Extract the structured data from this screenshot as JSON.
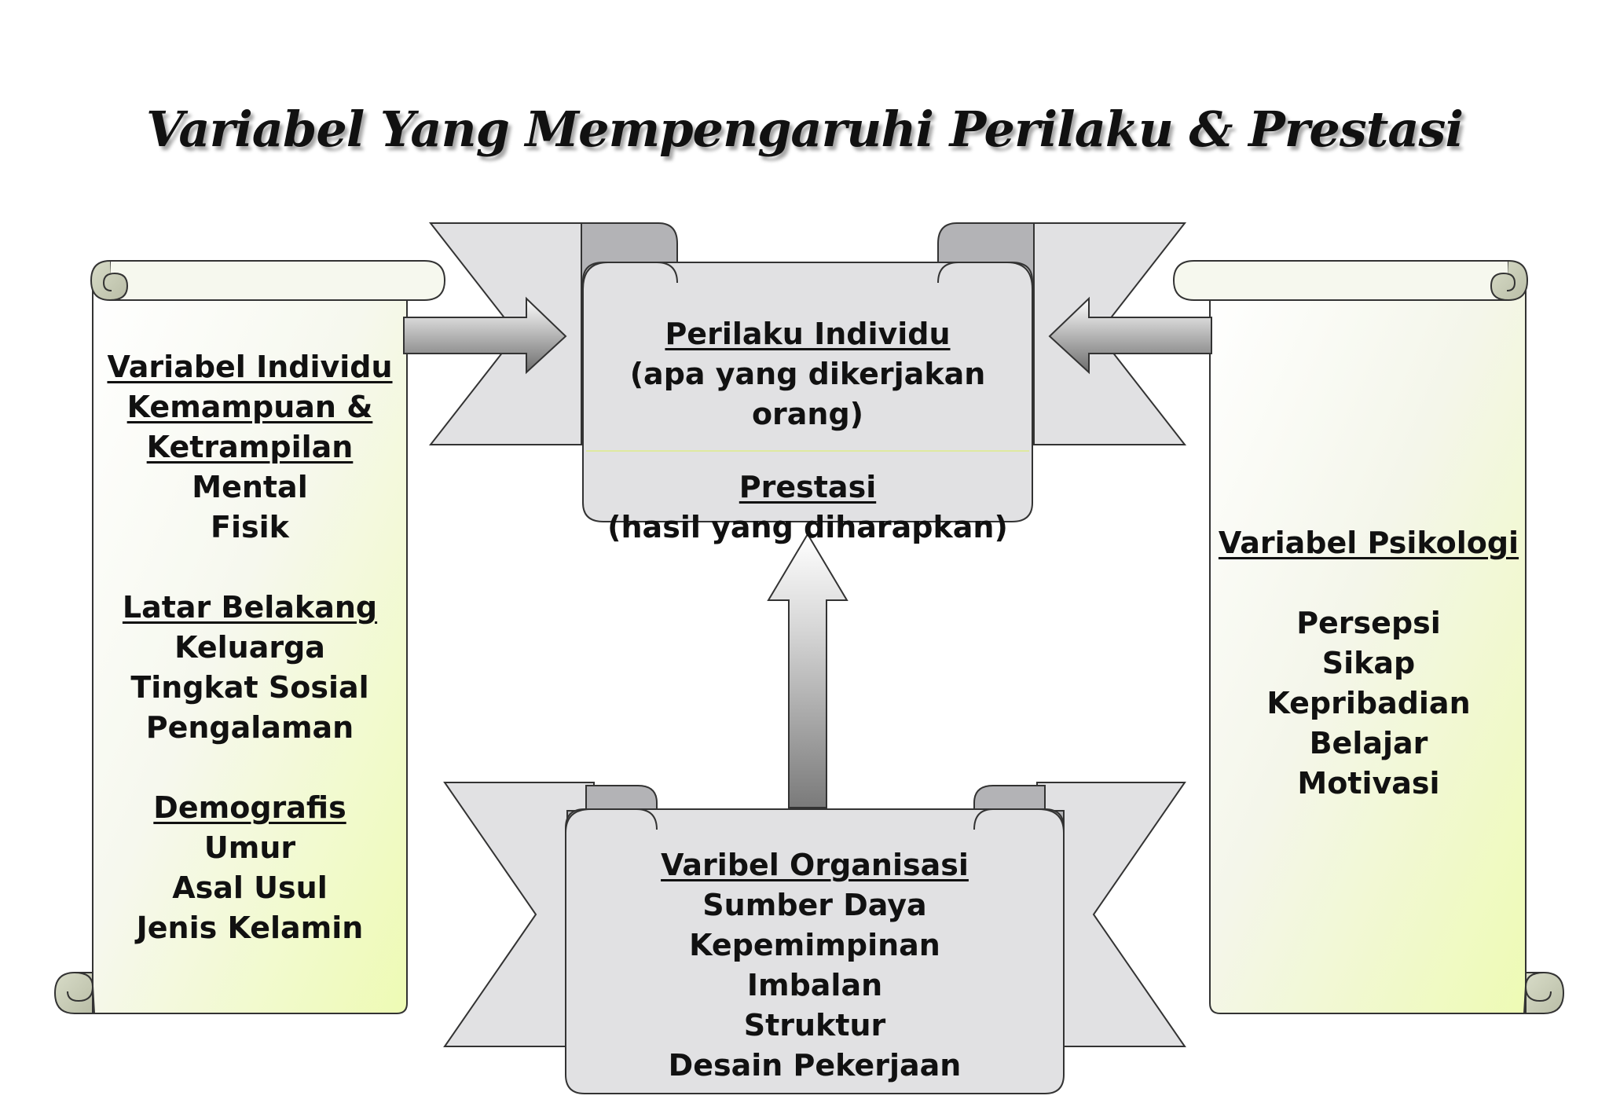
{
  "title": "Variabel Yang Mempengaruhi Perilaku & Prestasi",
  "left_scroll": {
    "sections": [
      {
        "heading": [
          "Variabel Individu",
          "Kemampuan &",
          "Ketrampilan"
        ],
        "items": [
          "Mental",
          "Fisik"
        ]
      },
      {
        "heading": [
          "Latar Belakang"
        ],
        "items": [
          "Keluarga",
          "Tingkat Sosial",
          "Pengalaman"
        ]
      },
      {
        "heading": [
          "Demografis"
        ],
        "items": [
          "Umur",
          "Asal Usul",
          "Jenis Kelamin"
        ]
      }
    ]
  },
  "right_scroll": {
    "heading": "Variabel Psikologi",
    "items": [
      "Persepsi",
      "Sikap",
      "Kepribadian",
      "Belajar",
      "Motivasi"
    ]
  },
  "center_banner": {
    "perilaku_heading": "Perilaku Individu",
    "perilaku_desc": "(apa yang dikerjakan orang)",
    "prestasi_heading": "Prestasi",
    "prestasi_desc": "(hasil yang diharapkan)"
  },
  "bottom_banner": {
    "heading": "Varibel Organisasi",
    "items": [
      "Sumber Daya",
      "Kepemimpinan",
      "Imbalan",
      "Struktur",
      "Desain Pekerjaan"
    ]
  },
  "colors": {
    "scroll_fill_light": "#f7f8f0",
    "scroll_fill_yellow": "#f0fbbd",
    "banner_fill": "#e1e1e3",
    "banner_shade": "#b3b3b6",
    "outline": "#333333"
  }
}
